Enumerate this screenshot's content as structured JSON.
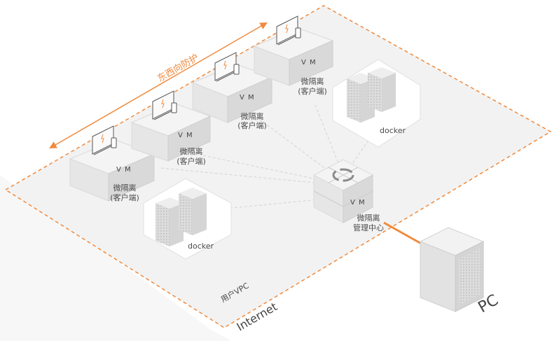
{
  "labels": {
    "east_west": "东西向防护",
    "vm": "V M",
    "client_line1": "微隔离",
    "client_line2": "(客户端)",
    "mgmt_line1": "微隔离",
    "mgmt_line2": "管理中心",
    "docker": "docker",
    "user_vpc": "用户VPC",
    "internet": "Internet",
    "pc": "PC"
  },
  "colors": {
    "accent": "#f08a3c",
    "vpc_fill": "#f2f2f2",
    "cube_top": "#f4f4f4",
    "cube_left": "#e6e6e6",
    "cube_right": "#d9d9d9"
  }
}
